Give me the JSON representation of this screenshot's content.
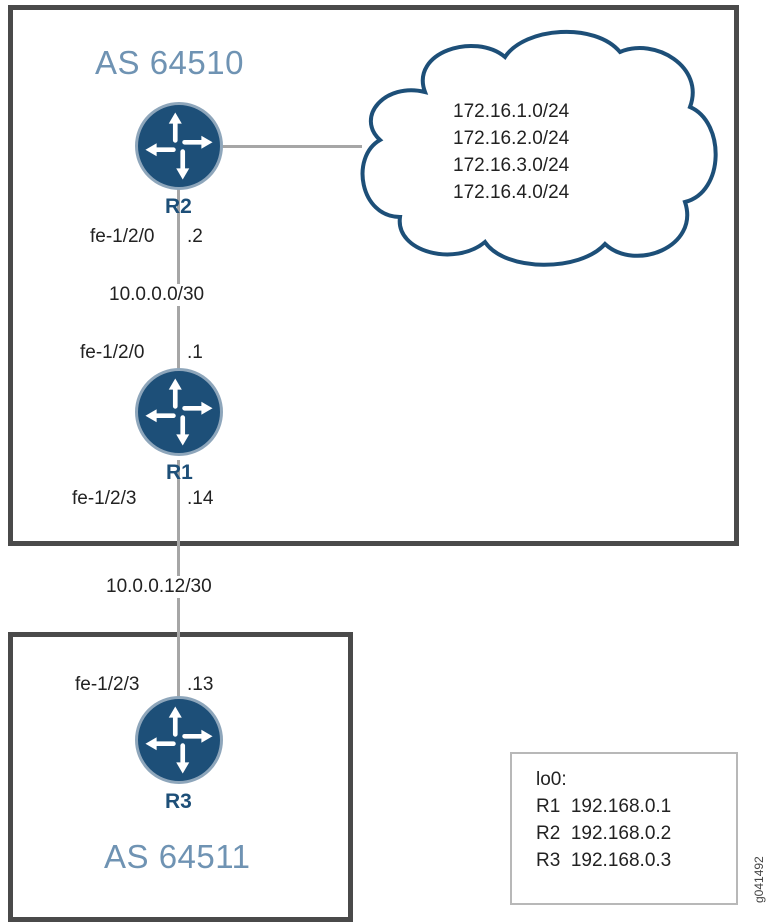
{
  "as_top": {
    "label": "AS 64510"
  },
  "as_bottom": {
    "label": "AS 64511"
  },
  "routers": {
    "r2": {
      "name": "R2"
    },
    "r1": {
      "name": "R1"
    },
    "r3": {
      "name": "R3"
    }
  },
  "interfaces": {
    "r2_if": "fe-1/2/0",
    "r2_ip": ".2",
    "r1_upper_if": "fe-1/2/0",
    "r1_upper_ip": ".1",
    "r1_lower_if": "fe-1/2/3",
    "r1_lower_ip": ".14",
    "r3_if": "fe-1/2/3",
    "r3_ip": ".13"
  },
  "subnets": {
    "r1_r2": "10.0.0.0/30",
    "r1_r3": "10.0.0.12/30"
  },
  "cloud": {
    "prefixes": [
      "172.16.1.0/24",
      "172.16.2.0/24",
      "172.16.3.0/24",
      "172.16.4.0/24"
    ]
  },
  "legend": {
    "title": "lo0:",
    "rows": [
      {
        "router": "R1",
        "address": "192.168.0.1"
      },
      {
        "router": "R2",
        "address": "192.168.0.2"
      },
      {
        "router": "R3",
        "address": "192.168.0.3"
      }
    ]
  },
  "figure_id": "g041492",
  "colors": {
    "router": "#1d4f78",
    "as_label": "#6f93b3",
    "box_border": "#4a4a4a",
    "link": "#a6a6a6"
  }
}
